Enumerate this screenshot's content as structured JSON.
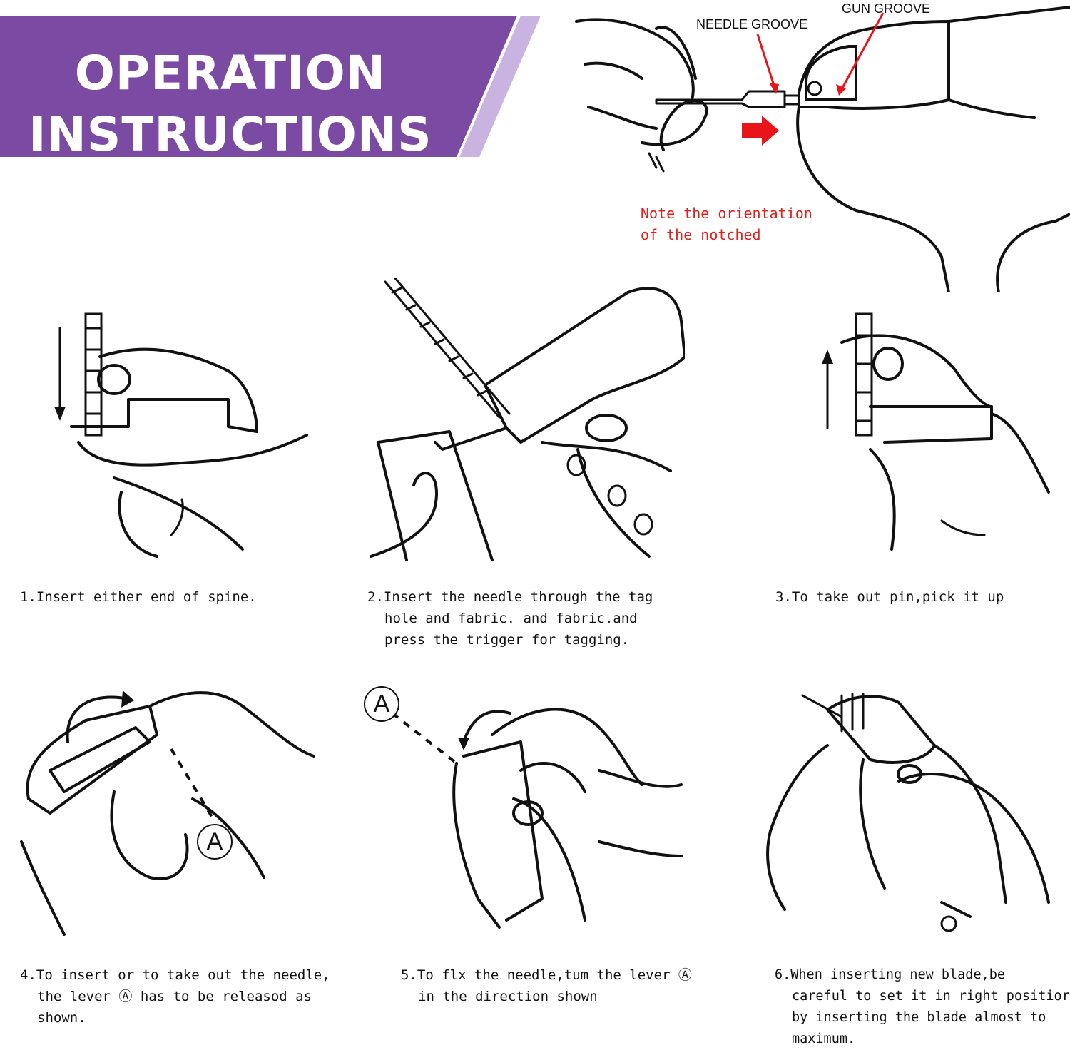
{
  "banner": {
    "line1": "OPERATION",
    "line2": "INSTRUCTIONS",
    "color": "#7b4aa3",
    "accent_color": "#c9b3e0"
  },
  "diagram": {
    "needle_groove_label": "NEEDLE GROOVE",
    "gun_groove_label": "GUN GROOVE",
    "note_line1": "Note the orientation",
    "note_line2": "of the notched",
    "note_color": "#e0201c",
    "arrow_color": "#e8141a"
  },
  "steps": [
    {
      "lines": [
        "1.Insert either end of spine."
      ]
    },
    {
      "lines": [
        "2.Insert the needle through the tag",
        "hole and fabric. and fabric.and",
        "press the trigger for tagging."
      ]
    },
    {
      "lines": [
        "3.To take out pin,pick it up"
      ]
    },
    {
      "lines": [
        "4.To insert or to take out the needle,",
        "the lever Ⓐ has to be releasod as",
        "shown."
      ]
    },
    {
      "lines": [
        "5.To flx the needle,tum the lever Ⓐ",
        "in the direction shown"
      ]
    },
    {
      "lines": [
        "6.When inserting new blade,be",
        "careful to set it in right positior",
        "by inserting the blade almost to",
        "maximum."
      ]
    }
  ],
  "lever_marker": "A"
}
